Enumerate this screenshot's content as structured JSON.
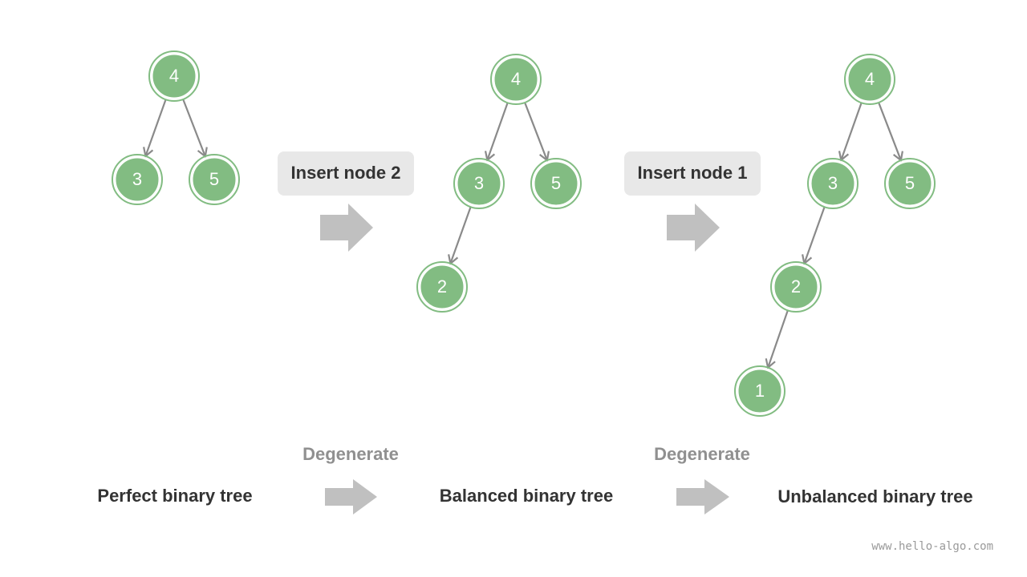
{
  "colors": {
    "node_fill": "#82bc82",
    "edge": "#8a8a8a",
    "arrow": "#c0c0c0",
    "step_box": "#e8e8e8",
    "caption": "#333333",
    "degenerate": "#909090"
  },
  "trees": [
    {
      "caption": "Perfect binary tree",
      "nodes": [
        {
          "id": "n4",
          "label": "4",
          "parent": null
        },
        {
          "id": "n3",
          "label": "3",
          "parent": "n4"
        },
        {
          "id": "n5",
          "label": "5",
          "parent": "n4"
        }
      ]
    },
    {
      "caption": "Balanced binary tree",
      "nodes": [
        {
          "id": "n4",
          "label": "4",
          "parent": null
        },
        {
          "id": "n3",
          "label": "3",
          "parent": "n4"
        },
        {
          "id": "n5",
          "label": "5",
          "parent": "n4"
        },
        {
          "id": "n2",
          "label": "2",
          "parent": "n3"
        }
      ]
    },
    {
      "caption": "Unbalanced binary tree",
      "nodes": [
        {
          "id": "n4",
          "label": "4",
          "parent": null
        },
        {
          "id": "n3",
          "label": "3",
          "parent": "n4"
        },
        {
          "id": "n5",
          "label": "5",
          "parent": "n4"
        },
        {
          "id": "n2",
          "label": "2",
          "parent": "n3"
        },
        {
          "id": "n1",
          "label": "1",
          "parent": "n2"
        }
      ]
    }
  ],
  "steps": [
    {
      "label": "Insert node 2"
    },
    {
      "label": "Insert node 1"
    }
  ],
  "transitions": [
    {
      "label": "Degenerate"
    },
    {
      "label": "Degenerate"
    }
  ],
  "watermark": "www.hello-algo.com"
}
